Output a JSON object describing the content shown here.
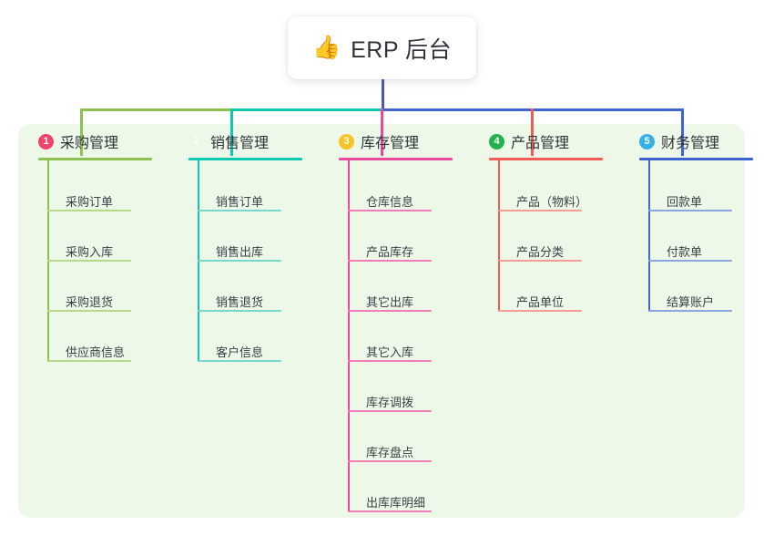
{
  "diagram": {
    "type": "tree-mindmap",
    "root": {
      "icon": "thumbs-up-icon",
      "icon_glyph": "👍",
      "label": "ERP 后台"
    },
    "panel_color": "#eef8e9",
    "root_connector_color": "#4a55c4",
    "branches": [
      {
        "number": "1",
        "label": "采购管理",
        "badge_color": "#f2436b",
        "line_color": "#8cc152",
        "item_line_color": "#b6d98a",
        "items": [
          "采购订单",
          "采购入库",
          "采购退货",
          "供应商信息"
        ]
      },
      {
        "number": "2",
        "label": "销售管理",
        "badge_color": "#f5a councils",
        "line_color": "#0ec9b0",
        "item_line_color": "#77d8cb",
        "items": [
          "销售订单",
          "销售出库",
          "销售退货",
          "客户信息"
        ]
      },
      {
        "number": "3",
        "label": "库存管理",
        "badge_color": "#f7c325",
        "line_color": "#e84a9e",
        "item_line_color": "#f07db8",
        "items": [
          "仓库信息",
          "产品库存",
          "其它出库",
          "其它入库",
          "库存调拨",
          "库存盘点",
          "出库库明细"
        ]
      },
      {
        "number": "4",
        "label": "产品管理",
        "badge_color": "#22b14c",
        "line_color": "#f45b52",
        "item_line_color": "#f79b95",
        "items": [
          "产品（物料）",
          "产品分类",
          "产品单位"
        ]
      },
      {
        "number": "5",
        "label": "财务管理",
        "badge_color": "#35b0e8",
        "line_color": "#3f63cf",
        "item_line_color": "#8ba6e0",
        "items": [
          "回款单",
          "付款单",
          "结算账户"
        ]
      }
    ]
  }
}
